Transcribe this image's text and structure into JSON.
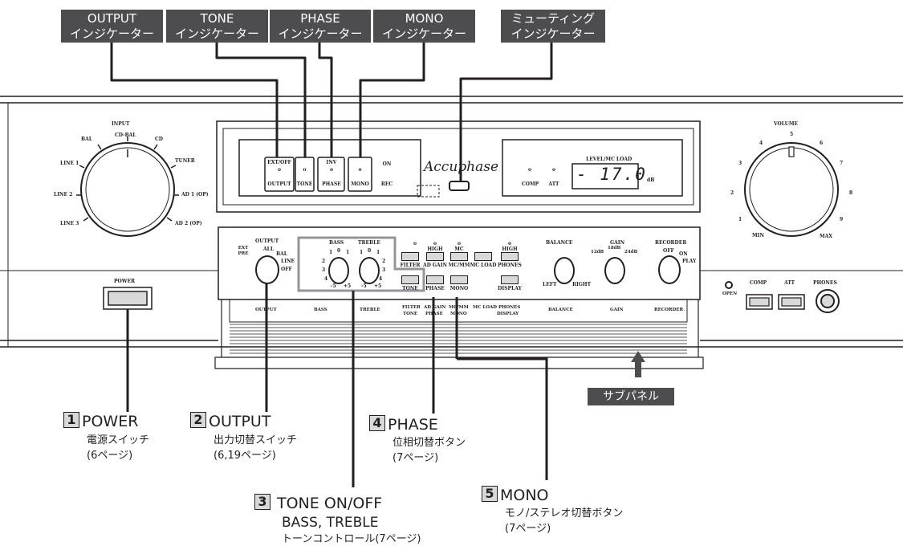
{
  "indicators": [
    {
      "en": "OUTPUT",
      "jp": "インジケーター"
    },
    {
      "en": "TONE",
      "jp": "インジケーター"
    },
    {
      "en": "PHASE",
      "jp": "インジケーター"
    },
    {
      "en": "MONO",
      "jp": "インジケーター"
    },
    {
      "en": "ミューティング",
      "jp": "インジケーター"
    }
  ],
  "display": {
    "ext_off": "EXT/OFF",
    "output": "OUTPUT",
    "tone": "TONE",
    "inv": "INV",
    "phase": "PHASE",
    "mono": "MONO",
    "on": "ON",
    "rec": "REC",
    "brand": "Accuphase",
    "level_title": "LEVEL/MC LOAD",
    "comp": "COMP",
    "att": "ATT",
    "level_value": "- 17.0",
    "db": "dB"
  },
  "input": {
    "title": "INPUT",
    "labels": [
      "BAL",
      "CD-BAL",
      "CD",
      "TUNER",
      "AD 1 (OP)",
      "AD 2 (OP)",
      "LINE 1",
      "LINE 2",
      "LINE 3"
    ]
  },
  "volume": {
    "title": "VOLUME",
    "ticks": [
      "1",
      "2",
      "3",
      "4",
      "5",
      "6",
      "7",
      "8",
      "9"
    ],
    "min": "MIN",
    "max": "MAX"
  },
  "power": {
    "label": "POWER"
  },
  "subpanel_controls": {
    "output": "OUTPUT",
    "ext_pre": "EXT PRE",
    "all": "ALL",
    "bal": "BAL",
    "line": "LINE",
    "off": "OFF",
    "bass": "BASS",
    "treble": "TREBLE",
    "scale_top": [
      "1",
      "0",
      "1"
    ],
    "scale_mid": [
      "2",
      "2"
    ],
    "scale_low": [
      "3",
      "3"
    ],
    "scale_bot": [
      "4",
      "4"
    ],
    "scale_end": [
      "-5",
      "+5"
    ],
    "filter": "FILTER",
    "tone": "TONE",
    "high1": "HIGH",
    "adgain": "AD GAIN",
    "phase": "PHASE",
    "mc": "MC",
    "mcmm": "MC/MM",
    "mono": "MONO",
    "mcload": "MC LOAD",
    "high2": "HIGH",
    "phones": "PHONES",
    "display": "DISPLAY",
    "balance": "BALANCE",
    "left": "LEFT",
    "right": "RIGHT",
    "gain": "GAIN",
    "g12": "12dB",
    "g18": "18dB",
    "g24": "24dB",
    "recorder": "RECORDER",
    "rec_off": "OFF",
    "rec_on": "ON",
    "play": "PLAY"
  },
  "bottom_labels": [
    "OUTPUT",
    "BASS",
    "TREBLE",
    "FILTER",
    "TONE",
    "AD GAIN",
    "PHASE",
    "MC/MM",
    "MONO",
    "MC LOAD",
    "PHONES",
    "DISPLAY",
    "BALANCE",
    "GAIN",
    "RECORDER"
  ],
  "right_controls": {
    "open": "OPEN",
    "comp": "COMP",
    "att": "ATT",
    "phones": "PHONES"
  },
  "subpanel_tag": "サブパネル",
  "callouts": [
    {
      "num": "1",
      "title": "POWER",
      "sub1": "電源スイッチ",
      "sub2": "(6ページ)"
    },
    {
      "num": "2",
      "title": "OUTPUT",
      "sub1": "出力切替スイッチ",
      "sub2": "(6,19ページ)"
    },
    {
      "num": "3",
      "title": "TONE ON/OFF",
      "sub1": "BASS, TREBLE",
      "sub2": "トーンコントロール(7ページ)"
    },
    {
      "num": "4",
      "title": "PHASE",
      "sub1": "位相切替ボタン",
      "sub2": "(7ページ)"
    },
    {
      "num": "5",
      "title": "MONO",
      "sub1": "モノ/ステレオ切替ボタン",
      "sub2": "(7ページ)"
    }
  ]
}
